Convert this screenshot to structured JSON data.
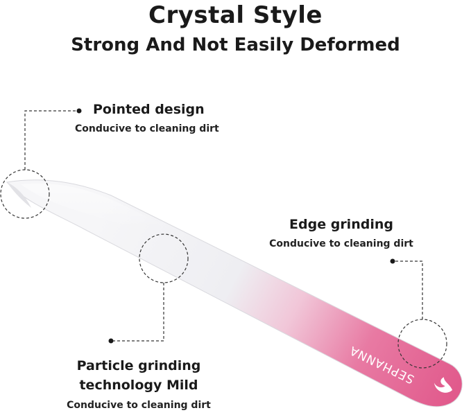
{
  "header": {
    "title": "Crystal Style",
    "subtitle": "Strong And Not Easily Deformed"
  },
  "product": {
    "brand_text": "SEPHANNA",
    "icon": "flame-logo-icon",
    "colors": {
      "glass_clear": "#f4f4f6",
      "glass_pink": "#e4608f",
      "annotation_line": "#333333"
    }
  },
  "features": [
    {
      "title": "Pointed design",
      "description": "Conducive to cleaning dirt"
    },
    {
      "title": "Edge grinding",
      "description": "Conducive to cleaning dirt"
    },
    {
      "title": "Particle grinding",
      "title_line2": "technology Mild",
      "description": "Conducive to cleaning dirt"
    }
  ]
}
